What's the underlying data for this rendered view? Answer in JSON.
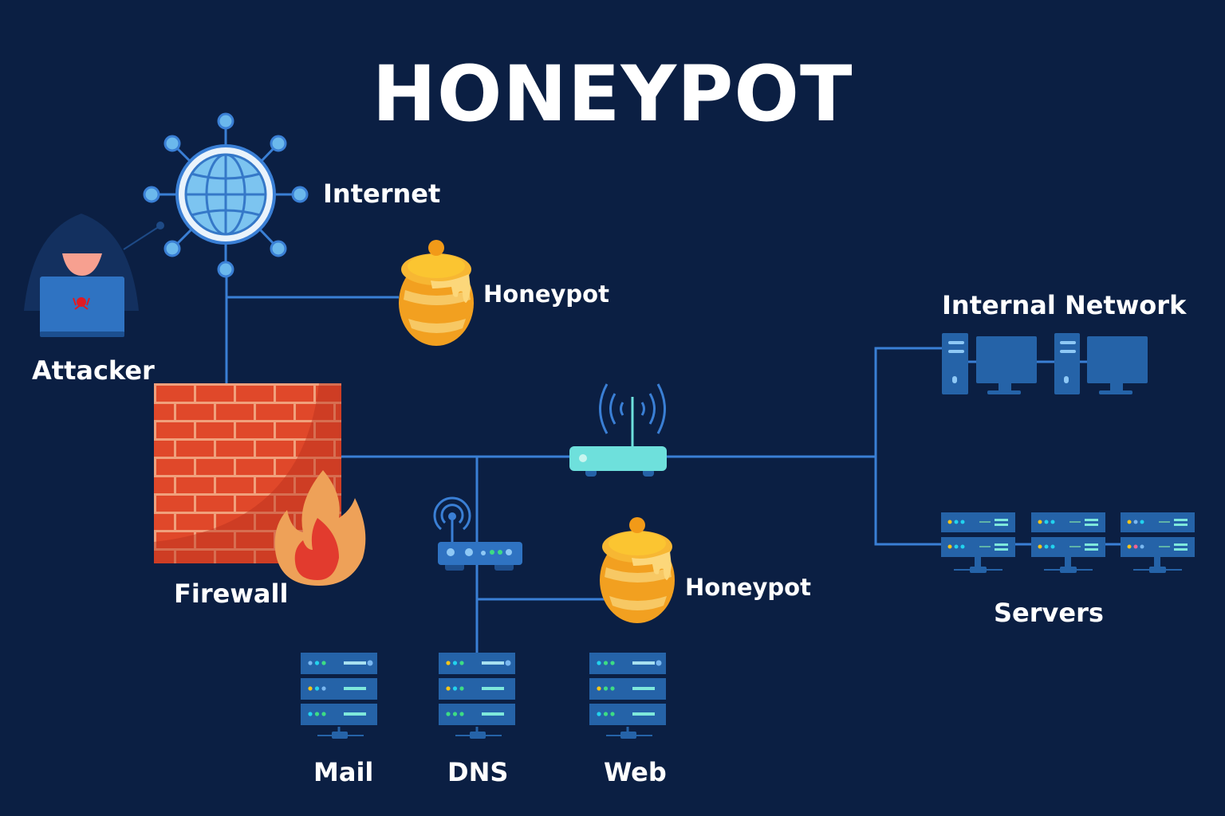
{
  "title": "HONEYPOT",
  "colors": {
    "background": "#0b1f43",
    "link_line": "#3a7fd5",
    "device_blue": "#2563a8",
    "router_teal": "#6ee0dc",
    "firewall_brick": "#e0472a",
    "flame_outer": "#eea158",
    "flame_inner": "#e23b2e",
    "honeypot_orange": "#f2a020",
    "globe_light": "#7cc4f0"
  },
  "nodes": {
    "internet": {
      "label": "Internet",
      "icon": "globe-network-icon"
    },
    "attacker": {
      "label": "Attacker",
      "icon": "hooded-hacker-laptop-icon"
    },
    "firewall": {
      "label": "Firewall",
      "icon": "brick-wall-flame-icon"
    },
    "honeypot_top": {
      "label": "Honeypot",
      "icon": "honey-pot-icon"
    },
    "honeypot_bottom": {
      "label": "Honeypot",
      "icon": "honey-pot-icon"
    },
    "core_router": {
      "label": "",
      "icon": "wireless-router-icon"
    },
    "dmz_router": {
      "label": "",
      "icon": "router-icon"
    },
    "internal_network": {
      "label": "Internal Network",
      "icon": "workstation-icon"
    },
    "servers": {
      "label": "Servers",
      "icon": "server-rack-icon"
    },
    "mail": {
      "label": "Mail",
      "icon": "server-stack-icon"
    },
    "dns": {
      "label": "DNS",
      "icon": "server-stack-icon"
    },
    "web": {
      "label": "Web",
      "icon": "server-stack-icon"
    }
  },
  "connections": [
    [
      "internet",
      "honeypot_top"
    ],
    [
      "internet",
      "firewall"
    ],
    [
      "firewall",
      "core_router"
    ],
    [
      "core_router",
      "internal_network"
    ],
    [
      "core_router",
      "servers"
    ],
    [
      "firewall",
      "dmz_router"
    ],
    [
      "dmz_router",
      "honeypot_bottom"
    ],
    [
      "dmz_router",
      "dns"
    ]
  ]
}
